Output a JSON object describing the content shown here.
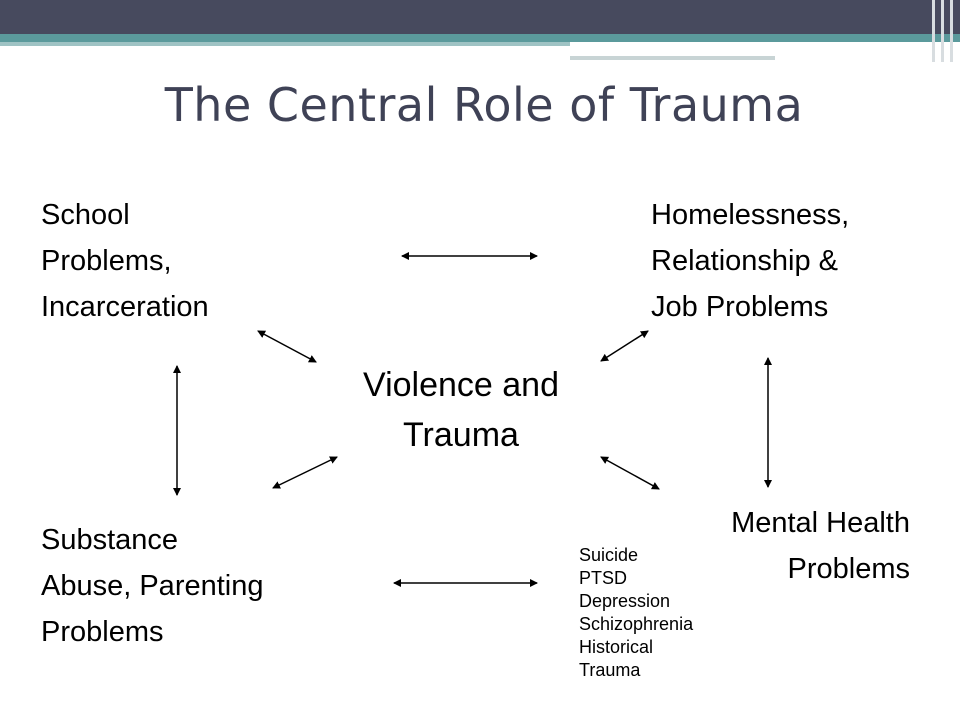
{
  "title": "The Central Role of Trauma",
  "nodes": {
    "school": [
      "School",
      "Problems,",
      "Incarceration"
    ],
    "homeless": [
      "Homelessness,",
      "Relationship &",
      "Job Problems"
    ],
    "center": [
      "Violence and",
      "Trauma"
    ],
    "substance": [
      "Substance",
      "Abuse, Parenting",
      "Problems"
    ],
    "mental": [
      "Mental Health",
      "Problems"
    ]
  },
  "mental_details": [
    "Suicide",
    "PTSD",
    "Depression",
    "Schizophrenia",
    "Historical",
    "Trauma"
  ],
  "colors": {
    "topbar": "#474a5e",
    "teal": "#5b9a9c",
    "title": "#3f4256"
  }
}
